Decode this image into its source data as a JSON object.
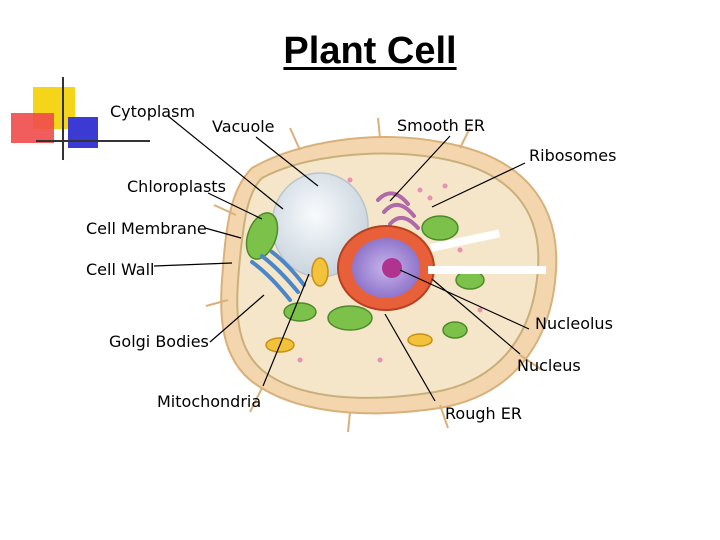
{
  "slide": {
    "title": "Plant Cell"
  },
  "labels": {
    "cytoplasm": "Cytoplasm",
    "vacuole": "Vacuole",
    "smooth_er": "Smooth ER",
    "ribosomes": "Ribosomes",
    "chloroplasts": "Chloroplasts",
    "cell_membrane": "Cell Membrane",
    "cell_wall": "Cell Wall",
    "nucleolus": "Nucleolus",
    "golgi_bodies": "Golgi Bodies",
    "nucleus": "Nucleus",
    "mitochondria": "Mitochondria",
    "rough_er": "Rough ER"
  },
  "colors": {
    "deco_yellow": "#f5d51a",
    "deco_red": "#f04b4b",
    "deco_blue": "#3b3bd4",
    "cell_wall": "#f3d6ae",
    "cell_wall_edge": "#d9b07a",
    "membrane": "#c9b07a",
    "cytoplasm": "#f6e6c9",
    "vacuole": "#e4ecf2",
    "chloroplast": "#7cc24a",
    "nucleus": "#e8603a",
    "nucleoplasm": "#a590d6",
    "nucleolus": "#b0348f",
    "golgi": "#4a86c8",
    "smooth_er": "#b06aa8",
    "mitochondria": "#f2c23a"
  }
}
